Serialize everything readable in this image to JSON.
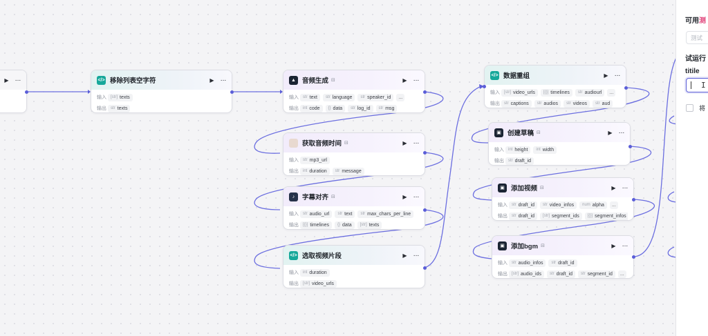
{
  "nodes": {
    "left_partial": {
      "row_in": "",
      "row_out": ""
    },
    "remove_empty": {
      "title": "移除列表空字符",
      "in_label": "输入",
      "out_label": "输出",
      "inputs": [
        {
          "type": "[str]",
          "name": "texts"
        }
      ],
      "outputs": [
        {
          "type": "str",
          "name": "texts"
        }
      ]
    },
    "audio_gen": {
      "title": "音频生成",
      "in_label": "输入",
      "out_label": "输出",
      "inputs": [
        {
          "type": "str",
          "name": "text"
        },
        {
          "type": "str",
          "name": "language"
        },
        {
          "type": "str",
          "name": "speaker_id"
        },
        {
          "type": "",
          "name": "..."
        }
      ],
      "outputs": [
        {
          "type": "int",
          "name": "code"
        },
        {
          "type": "{}",
          "name": "data"
        },
        {
          "type": "str",
          "name": "log_id"
        },
        {
          "type": "str",
          "name": "msg"
        }
      ]
    },
    "audio_time": {
      "title": "获取音频时间",
      "in_label": "输入",
      "out_label": "输出",
      "inputs": [
        {
          "type": "str",
          "name": "mp3_url"
        }
      ],
      "outputs": [
        {
          "type": "int",
          "name": "duration"
        },
        {
          "type": "str",
          "name": "message"
        }
      ]
    },
    "caption_align": {
      "title": "字幕对齐",
      "in_label": "输入",
      "out_label": "输出",
      "inputs": [
        {
          "type": "str",
          "name": "audio_url"
        },
        {
          "type": "str",
          "name": "text"
        },
        {
          "type": "str",
          "name": "max_chars_per_line"
        }
      ],
      "outputs": [
        {
          "type": "[{}]",
          "name": "timelines"
        },
        {
          "type": "{}",
          "name": "data"
        },
        {
          "type": "[str]",
          "name": "texts"
        }
      ]
    },
    "pick_video": {
      "title": "选取视频片段",
      "in_label": "输入",
      "out_label": "输出",
      "inputs": [
        {
          "type": "int",
          "name": "duration"
        }
      ],
      "outputs": [
        {
          "type": "[str]",
          "name": "video_urls"
        }
      ]
    },
    "data_regroup": {
      "title": "数据重组",
      "in_label": "输入",
      "out_label": "输出",
      "inputs": [
        {
          "type": "[str]",
          "name": "video_urls"
        },
        {
          "type": "[{}]",
          "name": "timelines"
        },
        {
          "type": "str",
          "name": "audiourl"
        },
        {
          "type": "",
          "name": "..."
        }
      ],
      "outputs": [
        {
          "type": "str",
          "name": "captions"
        },
        {
          "type": "str",
          "name": "audios"
        },
        {
          "type": "str",
          "name": "videos"
        },
        {
          "type": "str",
          "name": "aud"
        }
      ]
    },
    "create_draft": {
      "title": "创建草稿",
      "in_label": "输入",
      "out_label": "输出",
      "inputs": [
        {
          "type": "int",
          "name": "height"
        },
        {
          "type": "int",
          "name": "width"
        }
      ],
      "outputs": [
        {
          "type": "str",
          "name": "draft_id"
        }
      ]
    },
    "add_video": {
      "title": "添加视频",
      "in_label": "输入",
      "out_label": "输出",
      "inputs": [
        {
          "type": "str",
          "name": "draft_id"
        },
        {
          "type": "str",
          "name": "video_infos"
        },
        {
          "type": "num",
          "name": "alpha"
        },
        {
          "type": "",
          "name": "..."
        }
      ],
      "outputs": [
        {
          "type": "str",
          "name": "draft_id"
        },
        {
          "type": "[str]",
          "name": "segment_ids"
        },
        {
          "type": "[{}]",
          "name": "segment_infos"
        }
      ]
    },
    "add_bgm": {
      "title": "添加bgm",
      "in_label": "输入",
      "out_label": "输出",
      "inputs": [
        {
          "type": "str",
          "name": "audio_infos"
        },
        {
          "type": "str",
          "name": "draft_id"
        }
      ],
      "outputs": [
        {
          "type": "[str]",
          "name": "audio_ids"
        },
        {
          "type": "str",
          "name": "draft_id"
        },
        {
          "type": "str",
          "name": "segment_id"
        },
        {
          "type": "",
          "name": "..."
        }
      ]
    }
  },
  "panel": {
    "title_a": "可用",
    "title_b": "测",
    "search_placeholder": "测试",
    "subtitle": "试运行",
    "field_label": "titile",
    "checkbox_text": "将"
  },
  "colors": {
    "accent": "#5b5ed8",
    "edge": "#6b6ee0",
    "code_icon": "#16a89a"
  }
}
